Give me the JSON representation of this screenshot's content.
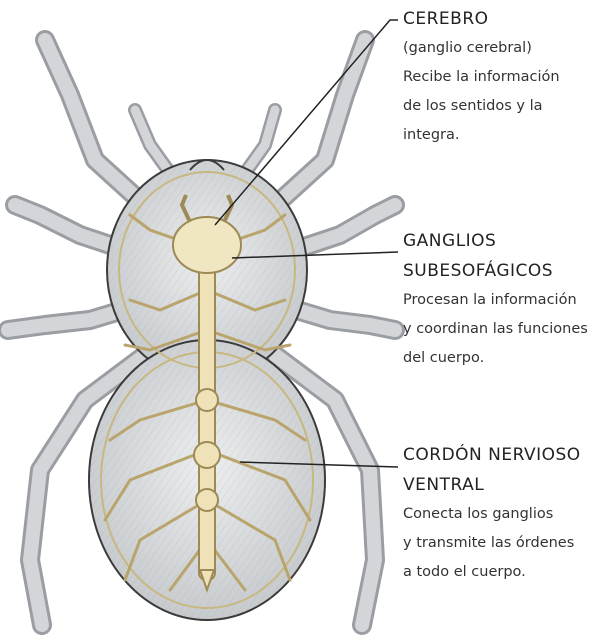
{
  "labels": {
    "cerebro": {
      "title": "CEREBRO",
      "subtitle": "(ganglio cerebral)",
      "desc_lines": [
        "Recibe la información",
        "de los sentidos y la",
        "integra."
      ]
    },
    "ganglios": {
      "title_lines": [
        "GANGLIOS",
        "SUBESOFÁGICOS"
      ],
      "desc_lines": [
        "Procesan la información",
        "y coordinan las funciones",
        "del cuerpo."
      ]
    },
    "cordon": {
      "title_lines": [
        "CORDÓN NERVIOSO",
        "VENTRAL"
      ],
      "desc_lines": [
        "Conecta los ganglios",
        "y transmite las órdenes",
        "a todo el cuerpo."
      ]
    }
  },
  "colors": {
    "body_fill": "#d7d9dc",
    "outline": "#3a3a3a",
    "nerve": "#efe2b8",
    "nerve_stroke": "#b9a46c",
    "leader": "#222222"
  }
}
